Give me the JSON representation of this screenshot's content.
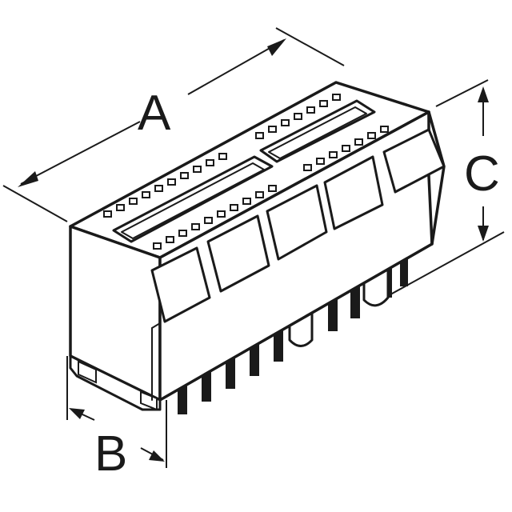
{
  "diagram": {
    "labels": {
      "a": "A",
      "b": "B",
      "c": "C"
    },
    "colors": {
      "ink": "#1a1a1a",
      "background": "#ffffff"
    }
  }
}
